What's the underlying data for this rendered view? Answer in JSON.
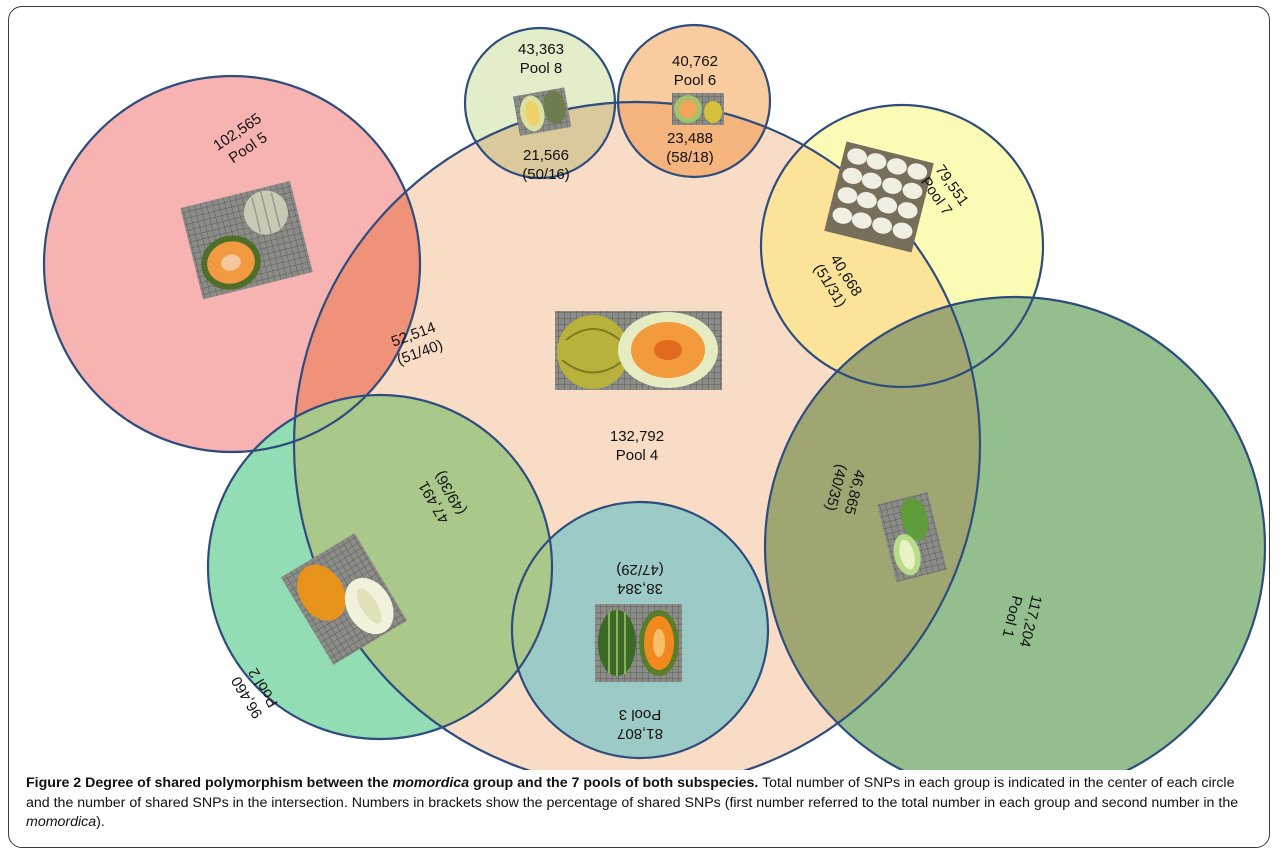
{
  "figure": {
    "caption_label": "Figure 2",
    "caption_title_1": "Degree of shared polymorphism between the ",
    "caption_title_italic": "momordica",
    "caption_title_2": " group and the 7 pools of both subspecies.",
    "caption_body_1": " Total number of SNPs in each group is indicated in the center of each circle and the number of shared SNPs in the intersection. Numbers in brackets show the percentage of shared SNPs (first number referred to the total number in each group and second number in the ",
    "caption_body_italic": "momordica",
    "caption_body_2": ")."
  },
  "pools": [
    {
      "id": "pool4",
      "count": "132,792",
      "label": "Pool 4",
      "color": "#f9dcc6"
    },
    {
      "id": "pool5",
      "count": "102,565",
      "label": "Pool 5",
      "color": "#f7b2b2"
    },
    {
      "id": "pool8",
      "count": "43,363",
      "label": "Pool 8",
      "color": "#e3edc9"
    },
    {
      "id": "pool6",
      "count": "40,762",
      "label": "Pool 6",
      "color": "#f8cc9e"
    },
    {
      "id": "pool7",
      "count": "79,551",
      "label": "Pool 7",
      "color": "#fcfbb5"
    },
    {
      "id": "pool1",
      "count": "117,204",
      "label": "Pool 1",
      "color": "#93be8e"
    },
    {
      "id": "pool3",
      "count": "81,807",
      "label": "Pool 3",
      "color": "#8fdcf4"
    },
    {
      "id": "pool2",
      "count": "96,460",
      "label": "Pool 2",
      "color": "#93ddb4"
    }
  ],
  "intersections": [
    {
      "id": "p5",
      "count": "52,514",
      "pct": "(51/40)",
      "color": "#f0917a"
    },
    {
      "id": "p8",
      "count": "21,566",
      "pct": "(50/16)",
      "color": "#d9c99c"
    },
    {
      "id": "p6",
      "count": "23,488",
      "pct": "(58/18)",
      "color": "#f5b37e"
    },
    {
      "id": "p7",
      "count": "40,668",
      "pct": "(51/31)",
      "color": "#fbe49a"
    },
    {
      "id": "p1",
      "count": "46,865",
      "pct": "(40/35)",
      "color": "#a0a671"
    },
    {
      "id": "p3",
      "count": "38,384",
      "pct": "(47/29)",
      "color": "#9ccac6"
    },
    {
      "id": "p2",
      "count": "47,491",
      "pct": "(49/36)",
      "color": "#a9c889"
    }
  ],
  "colors": {
    "stroke": "#2e4d7e"
  }
}
